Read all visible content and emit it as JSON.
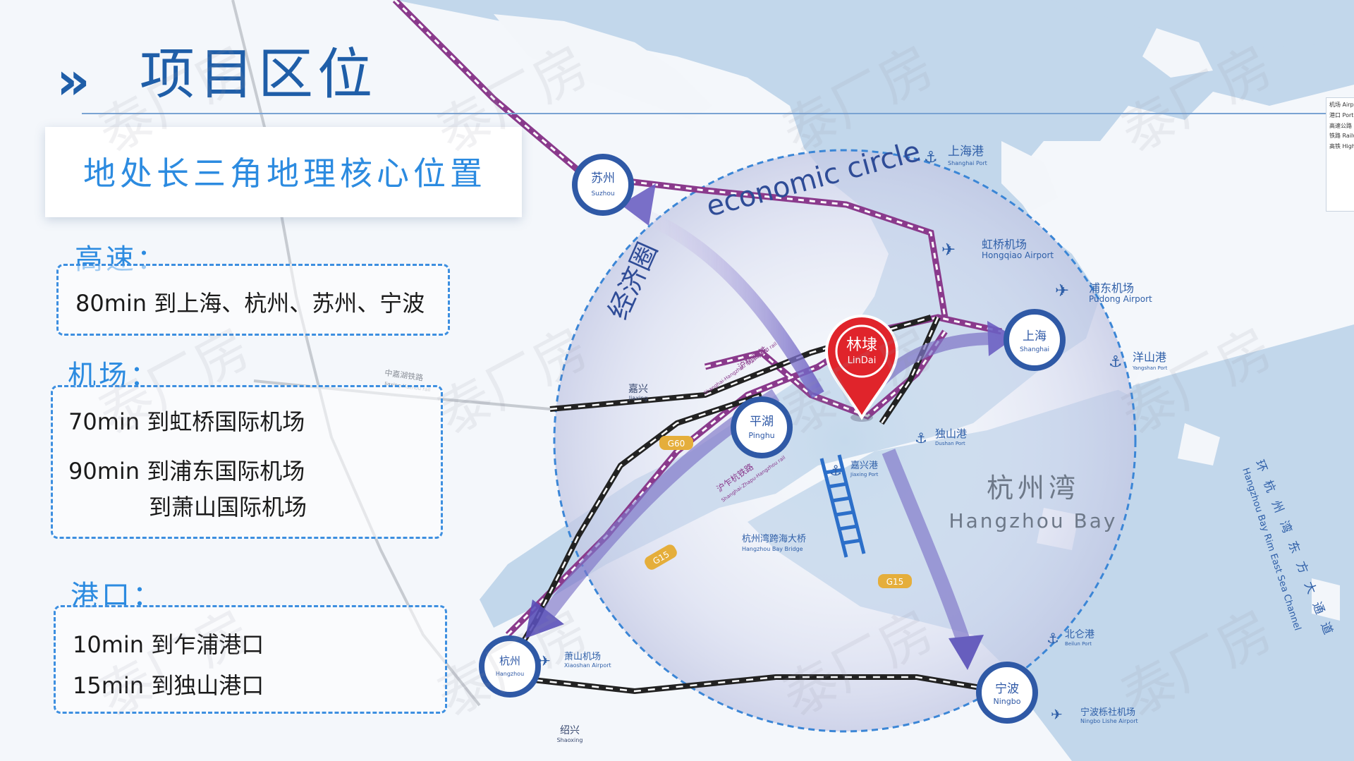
{
  "header": {
    "chevron": "»",
    "title": "项目区位"
  },
  "subtitle": "地处长三角地理核心位置",
  "sections": {
    "highway": {
      "label": "高速：",
      "lines": [
        "80min  到上海、杭州、苏州、宁波"
      ]
    },
    "airport": {
      "label": "机场：",
      "lines": [
        "70min  到虹桥国际机场",
        "90min  到浦东国际机场",
        "到萧山国际机场"
      ]
    },
    "port": {
      "label": "港口：",
      "lines": [
        "10min  到乍浦港口",
        "15min  到独山港口"
      ]
    }
  },
  "map": {
    "circle_label_en": "economic circle",
    "circle_label_cn": "经济圈",
    "bay_cn": "杭州湾",
    "bay_en": "Hangzhou Bay",
    "pin_cn": "林埭",
    "pin_en": "LinDai",
    "cities": [
      {
        "cn": "苏州",
        "en": "Suzhou"
      },
      {
        "cn": "上海",
        "en": "Shanghai"
      },
      {
        "cn": "平湖",
        "en": "Pinghu"
      },
      {
        "cn": "杭州",
        "en": "Hangzhou"
      },
      {
        "cn": "宁波",
        "en": "Ningbo"
      }
    ],
    "ports": [
      {
        "cn": "上海港",
        "en": "Shanghai Port"
      },
      {
        "cn": "洋山港",
        "en": "Yangshan Port"
      },
      {
        "cn": "独山港",
        "en": "Dushan Port"
      },
      {
        "cn": "嘉兴港",
        "en": "Jiaxing Port"
      },
      {
        "cn": "北仑港",
        "en": "Beilun Port"
      }
    ],
    "airports": [
      {
        "cn": "虹桥机场",
        "en": "Hongqiao Airport"
      },
      {
        "cn": "浦东机场",
        "en": "Pudong Airport"
      },
      {
        "cn": "萧山机场",
        "en": "Xiaoshan Airport"
      },
      {
        "cn": "宁波栎社机场",
        "en": "Ningbo Lishe Airport"
      }
    ],
    "places": [
      {
        "cn": "嘉兴",
        "en": "Jiaxing"
      },
      {
        "cn": "绍兴",
        "en": "Shaoxing"
      }
    ],
    "roads": {
      "g60": "G60",
      "g15a": "G15",
      "g15b": "G15",
      "hanghu_rail": "沪杭高铁",
      "hanghu_rail_en": "Shanghai-Hangzhou high speed rail",
      "zhapu_rail": "沪乍杭铁路",
      "zhapu_rail_en": "Shanghai-Zhapu-Hangzhou rail",
      "jiahu_rail": "中嘉湖铁路",
      "jiahu_rail_en": "Jiaxing-Huzhou rail",
      "bridge_cn": "杭州湾跨海大桥",
      "bridge_en": "Hangzhou Bay Bridge"
    },
    "channel_cn": "环杭州湾东方大通道",
    "channel_en": "Hangzhou Bay Rim East Sea Channel"
  },
  "legend": [
    "机场 Airport",
    "港口 Port",
    "高速公路 Expressway",
    "铁路 Railway",
    "高铁 High Speed"
  ],
  "watermark": "泰厂房",
  "colors": {
    "accent": "#2c8be0",
    "title": "#1f5ea8",
    "sea": "#c4d8ec",
    "rail_purple": "#8a3a8c",
    "circle": "#c9cfe6",
    "pin": "#e0242b"
  }
}
